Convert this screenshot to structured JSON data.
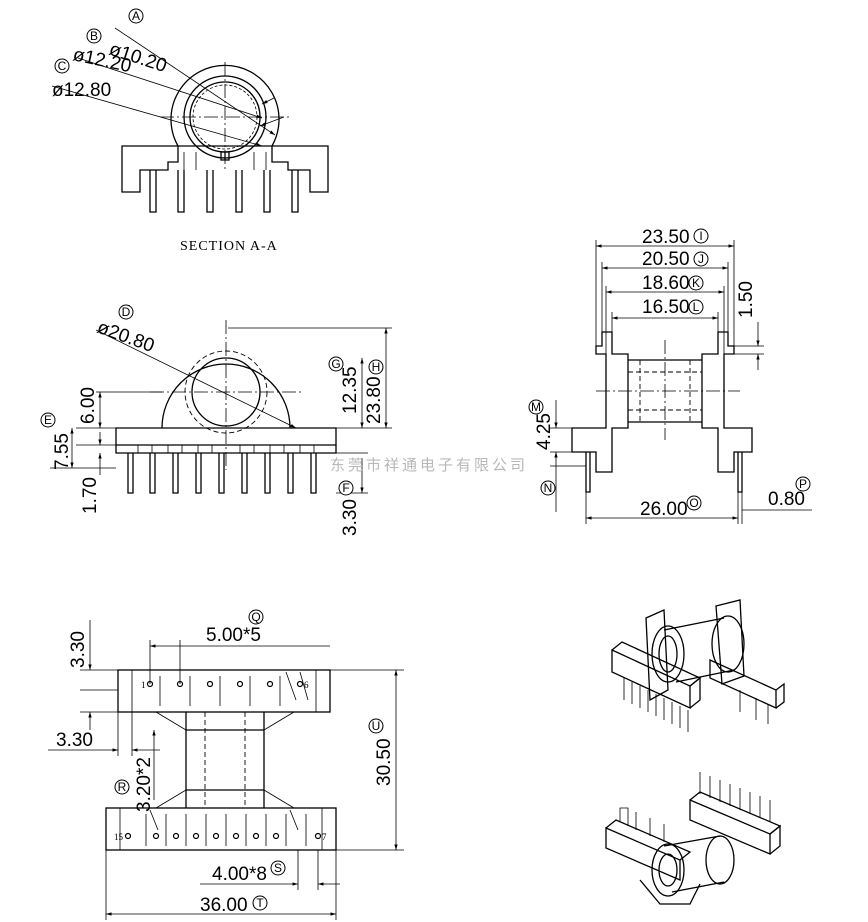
{
  "section_title": "SECTION A-A",
  "watermark": "东莞市祥通电子有限公司",
  "dimensions": {
    "A": {
      "value": "ø10.20",
      "marker": "A"
    },
    "B": {
      "value": "ø12.20",
      "marker": "B"
    },
    "C": {
      "value": "ø12.80",
      "marker": "C"
    },
    "D": {
      "value": "ø20.80",
      "marker": "D"
    },
    "E": {
      "value": "7.55",
      "marker": "E"
    },
    "F": {
      "value": "3.30",
      "marker": "F"
    },
    "G": {
      "value": "12.35",
      "marker": "G"
    },
    "H": {
      "value": "23.80",
      "marker": "H"
    },
    "I": {
      "value": "23.50",
      "marker": "I"
    },
    "J": {
      "value": "20.50",
      "marker": "J"
    },
    "K": {
      "value": "18.60",
      "marker": "K"
    },
    "L": {
      "value": "16.50",
      "marker": "L"
    },
    "M": {
      "value": "4.25",
      "marker": "M"
    },
    "N": {
      "value": "",
      "marker": "N"
    },
    "O": {
      "value": "26.00",
      "marker": "O"
    },
    "P": {
      "value": "0.80",
      "marker": "P"
    },
    "Q": {
      "value": "5.00*5",
      "marker": "Q"
    },
    "R": {
      "value": "3.20*2",
      "marker": "R"
    },
    "S": {
      "value": "4.00*8",
      "marker": "S"
    },
    "T": {
      "value": "36.00",
      "marker": "T"
    },
    "U": {
      "value": "30.50",
      "marker": "U"
    }
  },
  "plain_dims": {
    "d600": "6.00",
    "d170": "1.70",
    "d150": "1.50",
    "d330_top": "3.30",
    "d330_side": "3.30"
  },
  "pin_numbers": {
    "p1": "1",
    "p6": "6",
    "p15": "15",
    "p7": "7"
  }
}
